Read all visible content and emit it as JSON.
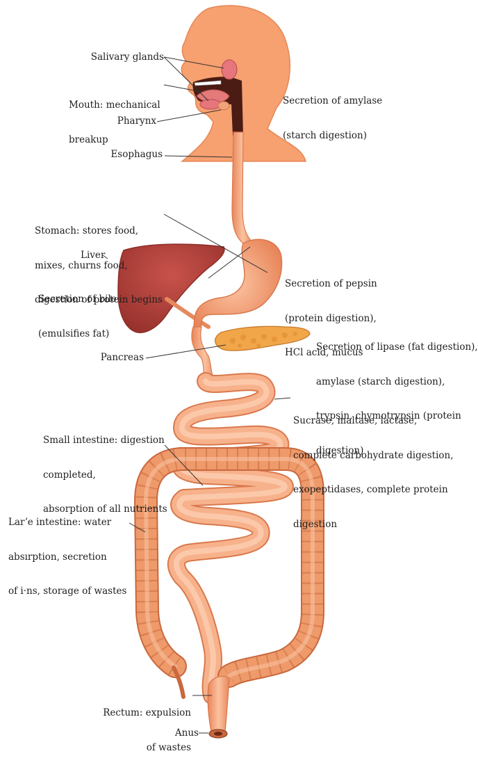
{
  "labels": {
    "salivary_glands": "Salivary glands",
    "mouth": [
      "Mouth: mechanical",
      "breakup"
    ],
    "pharynx": "Pharynx",
    "esophagus": "Esophagus",
    "amylase_secretion": [
      "Secretion of amylase",
      "(starch digestion)"
    ],
    "stomach": [
      "Stomach: stores food,",
      "mixes, churns food,",
      "digestion of protein begins"
    ],
    "liver": "Liver",
    "bile": [
      "Secretion of bile",
      "(emulsifies fat)"
    ],
    "pepsin": [
      "Secretion of pepsin",
      "(protein digestion),",
      "HCl acid, mucus"
    ],
    "pancreas_secretions": [
      "Secretion of lipase (fat digestion),",
      "amylase (starch digestion),",
      "trypsin, chymotrypsin (protein",
      "digestion)"
    ],
    "pancreas": "Pancreas",
    "intestinal_enzymes": [
      "Sucrase, maltase, lactase,",
      "complete carbohydrate digestion,",
      "exopeptidases, complete protein",
      "digestion"
    ],
    "small_intestine": [
      "Small intestine: digestion",
      "completed,",
      "absorption of all nutrients"
    ],
    "large_intestine": [
      "Larʼe intestine: water",
      "absırption, secretion",
      "of i·ns, storage of wastes"
    ],
    "rectum": [
      "Rectum: expulsion",
      "of wastes"
    ],
    "anus": "Anus"
  },
  "colors": {
    "skin": "#f7a070",
    "skin_dark": "#e88a56",
    "tract": "#f4a47a",
    "tract_edge": "#d9784c",
    "colon": "#ee9a6a",
    "colon_edge": "#c9683e",
    "liver": "#b5443f",
    "liver_edge": "#8d2c28",
    "pancreas": "#f1a64a",
    "gland": "#e6767c",
    "leader": "#333333"
  }
}
